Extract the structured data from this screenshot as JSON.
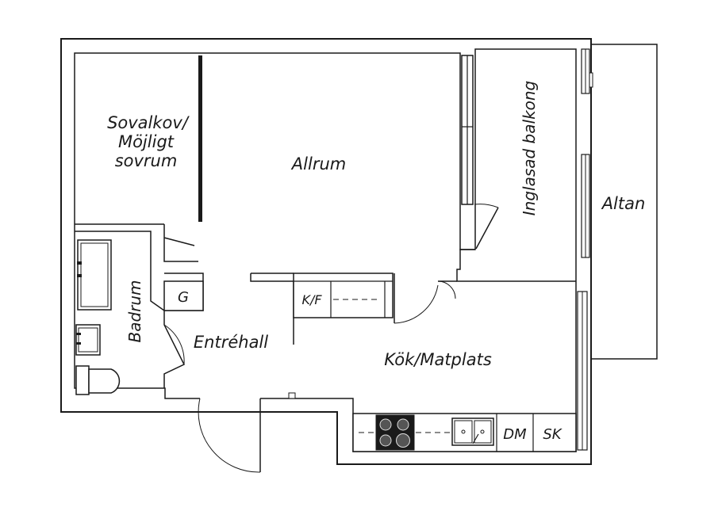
{
  "rooms": {
    "sovalkov_line1": "Sovalkov/",
    "sovalkov_line2": "Möjligt",
    "sovalkov_line3": "sovrum",
    "allrum": "Allrum",
    "inglasad_balkong": "Inglasad balkong",
    "altan": "Altan",
    "badrum": "Badrum",
    "entrehall": "Entréhall",
    "kok_matplats": "Kök/Matplats"
  },
  "fixtures": {
    "garderob": "G",
    "kyl_frys": "K/F",
    "diskmaskin": "DM",
    "skap": "SK"
  },
  "colors": {
    "wall": "#1a1a1a",
    "stove": "#1a1a1a",
    "background": "#ffffff"
  }
}
